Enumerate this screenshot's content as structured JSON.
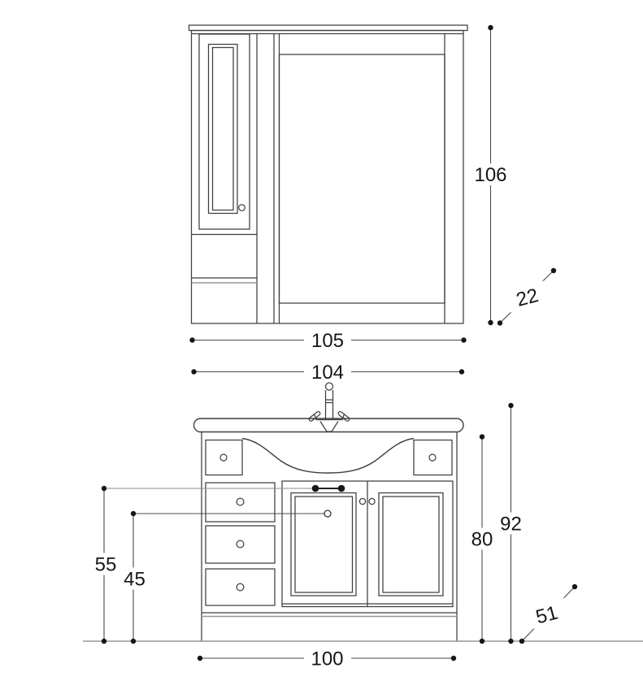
{
  "drawing": {
    "title": "bathroom-vanity-technical-drawing",
    "dimensions": {
      "mirror_width": "105",
      "mirror_height": "106",
      "mirror_depth": "22",
      "washbasin_top_width": "104",
      "total_height": "92",
      "cabinet_height": "80",
      "upper_handle_height": "55",
      "lower_handle_height": "45",
      "base_width": "100",
      "cabinet_depth": "51"
    }
  }
}
